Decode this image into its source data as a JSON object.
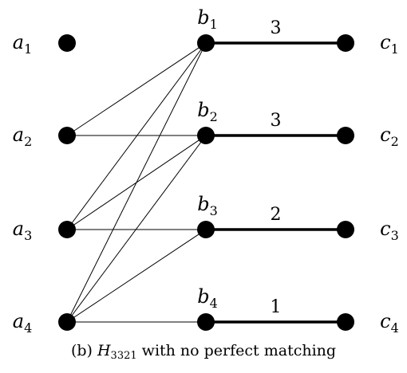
{
  "figure": {
    "caption": {
      "prefix": "(b) ",
      "symbol": "H",
      "subscript": "3321",
      "suffix": " with no perfect matching"
    },
    "nodes": {
      "a": [
        {
          "id": "a1",
          "letter": "a",
          "index": "1"
        },
        {
          "id": "a2",
          "letter": "a",
          "index": "2"
        },
        {
          "id": "a3",
          "letter": "a",
          "index": "3"
        },
        {
          "id": "a4",
          "letter": "a",
          "index": "4"
        }
      ],
      "b": [
        {
          "id": "b1",
          "letter": "b",
          "index": "1"
        },
        {
          "id": "b2",
          "letter": "b",
          "index": "2"
        },
        {
          "id": "b3",
          "letter": "b",
          "index": "3"
        },
        {
          "id": "b4",
          "letter": "b",
          "index": "4"
        }
      ],
      "c": [
        {
          "id": "c1",
          "letter": "c",
          "index": "1"
        },
        {
          "id": "c2",
          "letter": "c",
          "index": "2"
        },
        {
          "id": "c3",
          "letter": "c",
          "index": "3"
        },
        {
          "id": "c4",
          "letter": "c",
          "index": "4"
        }
      ]
    },
    "thin_edges": [
      [
        "a2",
        "b1"
      ],
      [
        "a2",
        "b2"
      ],
      [
        "a3",
        "b1"
      ],
      [
        "a3",
        "b2"
      ],
      [
        "a3",
        "b3"
      ],
      [
        "a4",
        "b1"
      ],
      [
        "a4",
        "b2"
      ],
      [
        "a4",
        "b3"
      ],
      [
        "a4",
        "b4"
      ]
    ],
    "thick_edges": [
      {
        "from": "b1",
        "to": "c1",
        "weight": "3"
      },
      {
        "from": "b2",
        "to": "c2",
        "weight": "3"
      },
      {
        "from": "b3",
        "to": "c3",
        "weight": "2"
      },
      {
        "from": "b4",
        "to": "c4",
        "weight": "1"
      }
    ],
    "colors": {
      "ink": "#000000",
      "background": "#ffffff"
    }
  }
}
